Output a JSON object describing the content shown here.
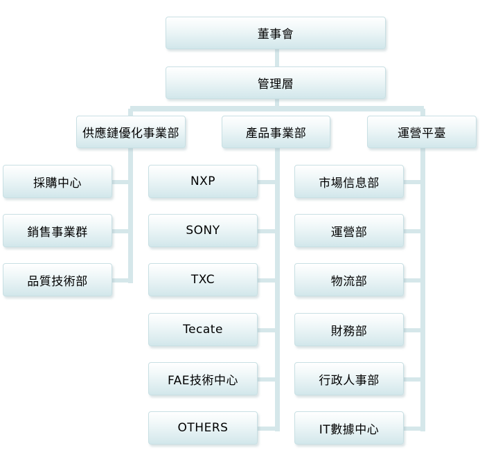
{
  "board": {
    "label": "董事會"
  },
  "management": {
    "label": "管理層"
  },
  "divisions": [
    {
      "label": "供應鏈優化事業部",
      "units": [
        "採購中心",
        "銷售事業群",
        "品質技術部"
      ]
    },
    {
      "label": "產品事業部",
      "units": [
        "NXP",
        "SONY",
        "TXC",
        "Tecate",
        "FAE技術中心",
        "OTHERS"
      ]
    },
    {
      "label": "運營平臺",
      "units": [
        "市場信息部",
        "運營部",
        "物流部",
        "財務部",
        "行政人事部",
        "IT數據中心"
      ]
    }
  ],
  "colors": {
    "box_top": "#ffffff",
    "box_bottom": "#d2e7eb",
    "connector": "#d5e7ea"
  }
}
